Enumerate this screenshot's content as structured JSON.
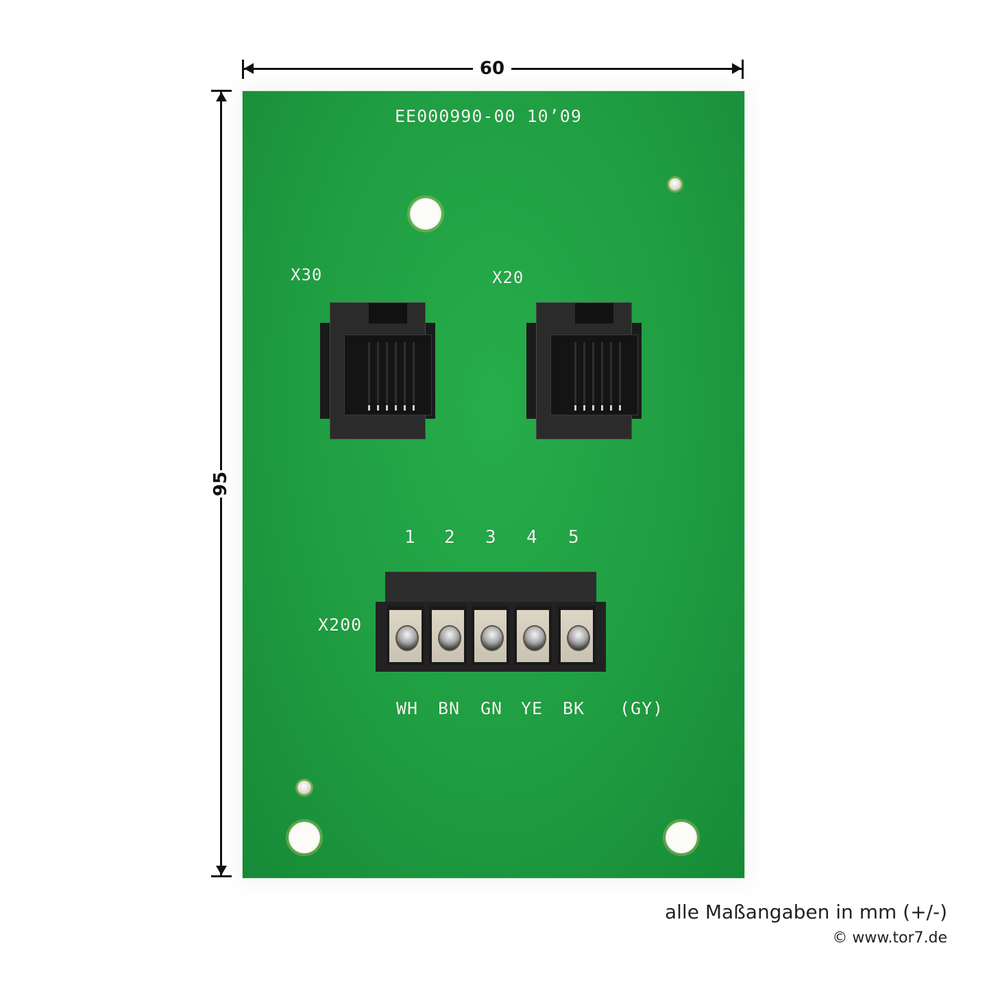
{
  "dimensions": {
    "width_label": "60",
    "height_label": "95"
  },
  "pcb": {
    "part_number": "EE000990-00 10’09",
    "connectors": [
      {
        "id": "X30",
        "type": "RJ jack"
      },
      {
        "id": "X20",
        "type": "RJ jack"
      }
    ],
    "terminal_block": {
      "id": "X200",
      "pin_numbers": [
        "1",
        "2",
        "3",
        "4",
        "5"
      ],
      "wire_colors": [
        "WH",
        "BN",
        "GN",
        "YE",
        "BK"
      ],
      "shield_note": "(GY)"
    }
  },
  "footer": {
    "note": "alle Maßangaben in mm (+/-)",
    "copyright": "© www.tor7.de"
  },
  "colors": {
    "pcb_green": "#1f9d42",
    "silkscreen": "#f1f5ee",
    "dimension_lines": "#111111"
  }
}
